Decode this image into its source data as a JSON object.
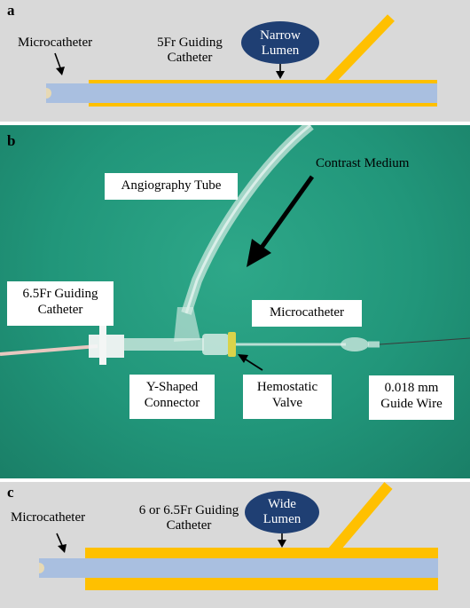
{
  "panels": {
    "a": {
      "letter": "a",
      "microcatheter": "Microcatheter",
      "guiding_line1": "5Fr Guiding",
      "guiding_line2": "Catheter",
      "lumen_line1": "Narrow",
      "lumen_line2": "Lumen"
    },
    "b": {
      "letter": "b",
      "angiography_tube": "Angiography Tube",
      "contrast_medium": "Contrast Medium",
      "guiding_line1": "6.5Fr Guiding",
      "guiding_line2": "Catheter",
      "microcatheter": "Microcatheter",
      "y_connector_line1": "Y-Shaped",
      "y_connector_line2": "Connector",
      "valve_line1": "Hemostatic",
      "valve_line2": "Valve",
      "wire_line1": "0.018 mm",
      "wire_line2": "Guide Wire"
    },
    "c": {
      "letter": "c",
      "microcatheter": "Microcatheter",
      "guiding_line1": "6 or 6.5Fr Guiding",
      "guiding_line2": "Catheter",
      "lumen_line1": "Wide",
      "lumen_line2": "Lumen"
    }
  },
  "colors": {
    "panel_bg": "#d9d9d9",
    "catheter_wall": "#ffc000",
    "microcatheter": "#a9bfe0",
    "lumen_oval": "#1f3f73",
    "drape": "#21967a"
  }
}
